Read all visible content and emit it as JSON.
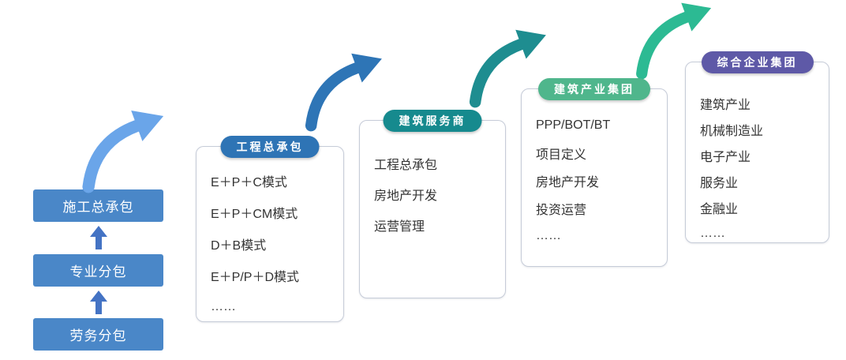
{
  "ladder": {
    "box_color": "#4a87c8",
    "arrow_color": "#4473c4",
    "boxes": [
      {
        "label": "施工总承包"
      },
      {
        "label": "专业分包"
      },
      {
        "label": "劳务分包"
      }
    ]
  },
  "cards": [
    {
      "title": "工程总承包",
      "header_color": "#2e74b5",
      "items": [
        "E＋P＋C模式",
        "E＋P＋CM模式",
        "D＋B模式",
        "E＋P/P＋D模式",
        "……"
      ]
    },
    {
      "title": "建筑服务商",
      "header_color": "#168a8e",
      "items": [
        "工程总承包",
        "房地产开发",
        "运营管理"
      ]
    },
    {
      "title": "建筑产业集团",
      "header_color": "#4fb68c",
      "items": [
        "PPP/BOT/BT",
        "项目定义",
        "房地产开发",
        "投资运营",
        "……"
      ]
    },
    {
      "title": "综合企业集团",
      "header_color": "#5e59a7",
      "items": [
        "建筑产业",
        "机械制造业",
        "电子产业",
        "服务业",
        "金融业",
        "……"
      ]
    }
  ],
  "arrows": [
    {
      "name": "curve-arrow-1",
      "color": "#6aa5e9"
    },
    {
      "name": "curve-arrow-2",
      "color": "#2e75b6"
    },
    {
      "name": "curve-arrow-3",
      "color": "#1e8d90"
    },
    {
      "name": "curve-arrow-4",
      "color": "#2cba93"
    }
  ]
}
